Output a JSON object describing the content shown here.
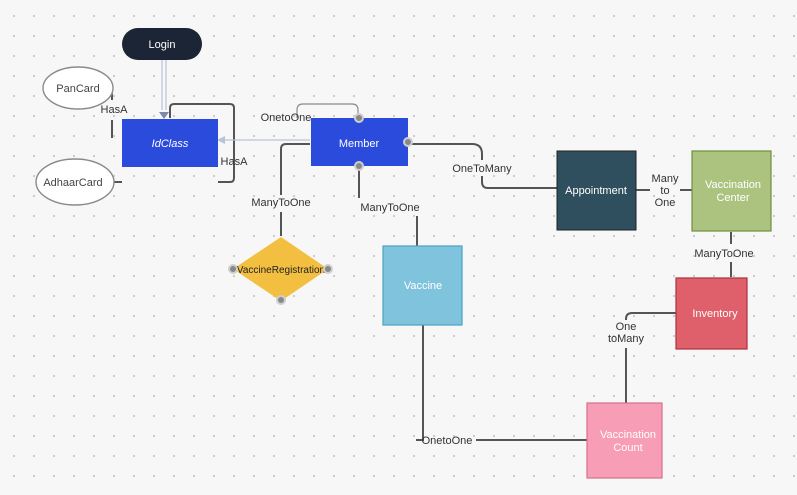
{
  "nodes": {
    "login": "Login",
    "idclass": "IdClass",
    "member": "Member",
    "pancard": "PanCard",
    "adhaarcard": "AdhaarCard",
    "appointment": "Appointment",
    "vaccination_center": [
      "Vaccination",
      "Center"
    ],
    "vaccine": "Vaccine",
    "vaccine_registration": "VaccineRegistration",
    "inventory": "Inventory",
    "vaccination_count": [
      "Vaccination",
      "Count"
    ]
  },
  "labels": {
    "hasa_pan": "HasA",
    "hasa_adhaar": "HasA",
    "onetoone_member": "OnetoOne",
    "onetomany_appointment": "OneToMany",
    "manytoone_registration": "ManyToOne",
    "manytoone_vaccine": "ManyToOne",
    "many_to_one": [
      "Many",
      "to",
      "One"
    ],
    "manytoone_inventory": "ManyToOne",
    "one_tomany": [
      "One",
      "toMany"
    ],
    "onetoone_count": "OnetoOne"
  },
  "colors": {
    "login": "#1b2536",
    "idclass": "#2a4bdc",
    "member": "#2a4bdc",
    "appointment": "#2f4f5f",
    "vaccination_center": "#abc37f",
    "vaccine": "#7fc3dc",
    "vaccine_registration": "#f2bf41",
    "inventory": "#df5f6b",
    "vaccination_count": "#f79db5"
  }
}
